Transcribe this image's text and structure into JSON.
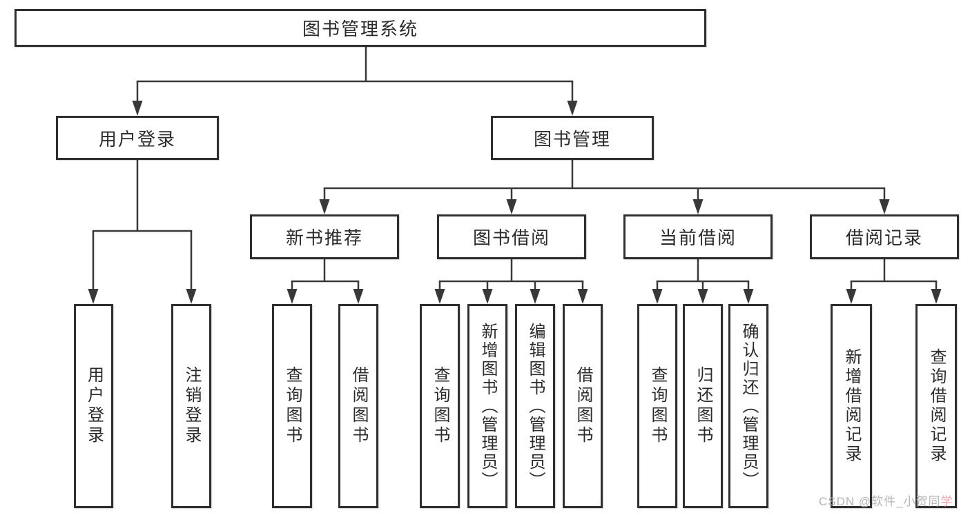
{
  "nodes": {
    "root": "图书管理系统",
    "user_login": "用户登录",
    "book_mgmt": "图书管理",
    "new_book_rec": "新书推荐",
    "book_borrow": "图书借阅",
    "current_borrow": "当前借阅",
    "borrow_records": "借阅记录",
    "ul_login": "用户登录",
    "ul_logout": "注销登录",
    "nb_query": "查询图书",
    "nb_borrow": "借阅图书",
    "bb_query": "查询图书",
    "bb_add": "新增图书（管理员）",
    "bb_edit": "编辑图书（管理员）",
    "bb_borrow": "借阅图书",
    "cb_query": "查询图书",
    "cb_return": "归还图书",
    "cb_confirm": "确认归还（管理员）",
    "br_add": "新增借阅记录",
    "br_query": "查询借阅记录"
  },
  "watermark": {
    "prefix": "CSDN @软件_小贺同",
    "accent": "学"
  },
  "colors": {
    "line": "#383838",
    "box_border": "#2f2f2f",
    "box_fill": "#ffffff",
    "text": "#2b2b2b",
    "watermark": "#b5b5b5",
    "watermark_accent": "#e9a0ab"
  }
}
